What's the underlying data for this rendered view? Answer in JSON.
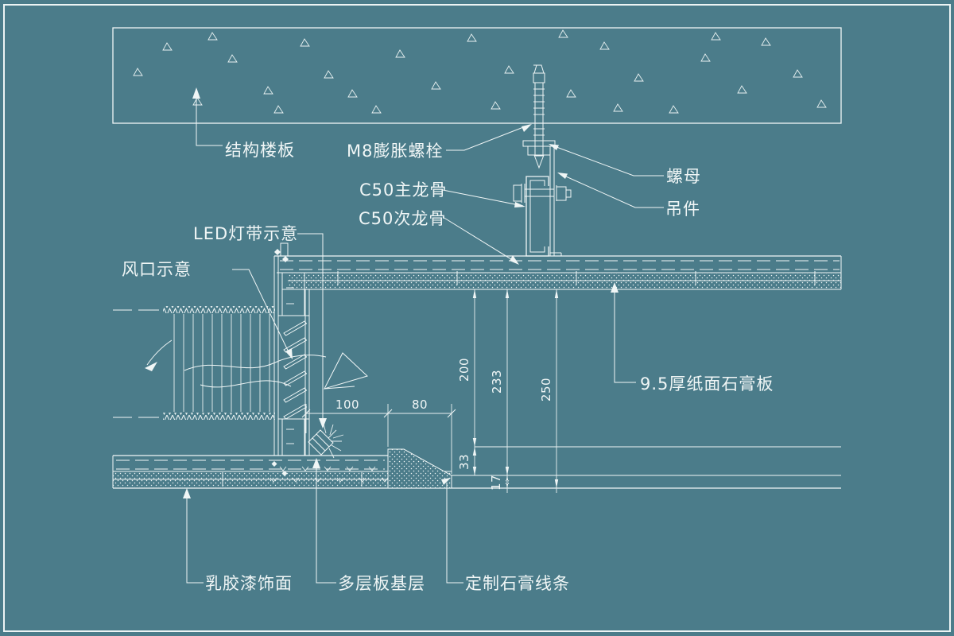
{
  "drawing": {
    "type": "ceiling-cove-construction-detail-section",
    "colors": {
      "background": "#4b7c8a",
      "line": "#f0f6f6"
    },
    "labels": {
      "structural_slab": "结构楼板",
      "expansion_bolt": "M8膨胀螺栓",
      "nut": "螺母",
      "hanger": "吊件",
      "main_runner": "C50主龙骨",
      "sub_runner": "C50次龙骨",
      "led_strip": "LED灯带示意",
      "air_vent": "风口示意",
      "gypsum_board": "9.5厚纸面石膏板",
      "latex_paint": "乳胶漆饰面",
      "plywood_base": "多层板基层",
      "gypsum_molding": "定制石膏线条"
    },
    "dimensions": {
      "cove_height": "200",
      "step_height": "233",
      "total_drop": "250",
      "cove_width": "100",
      "molding_width": "80",
      "molding_rise": "33",
      "board_thickness": "17"
    }
  }
}
